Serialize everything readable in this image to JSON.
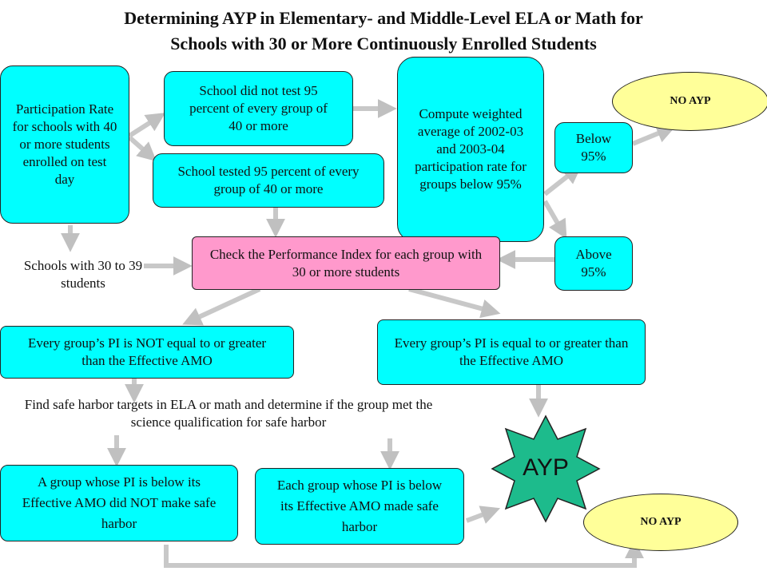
{
  "title": {
    "line1": "Determining AYP in Elementary- and Middle-Level ELA or Math for",
    "line2": "Schools with 30 or More Continuously Enrolled Students"
  },
  "nodes": {
    "participation": "Participation Rate for schools with 40 or more students enrolled on test day",
    "did_not_test": "School did not test 95 percent of every group of 40 or more",
    "tested": "School tested 95 percent of every group of 40 or more",
    "compute": "Compute weighted average of 2002-03 and 2003-04 participation rate for groups below 95%",
    "below": "Below 95%",
    "above": "Above 95%",
    "no_ayp_top": "NO AYP",
    "schools_30_39": "Schools with 30 to 39 students",
    "check_pi": "Check the Performance Index for each group with 30 or more students",
    "not_equal": "Every group’s PI is NOT equal to or greater than the Effective AMO",
    "equal": "Every group’s PI is equal to or greater than the Effective AMO",
    "safe_harbor": "Find safe harbor targets in ELA or math and determine if the group met the science qualification for safe harbor",
    "did_not_make": "A group whose PI is below its Effective AMO did NOT make safe harbor",
    "made": "Each group whose PI is below its Effective AMO made safe harbor",
    "ayp": "AYP",
    "no_ayp_bottom": "NO AYP"
  },
  "colors": {
    "box": "#00ffff",
    "pink": "#ff99cc",
    "oval": "#ffff99",
    "star": "#1dbb8c",
    "arrow": "#c8c8c8"
  }
}
